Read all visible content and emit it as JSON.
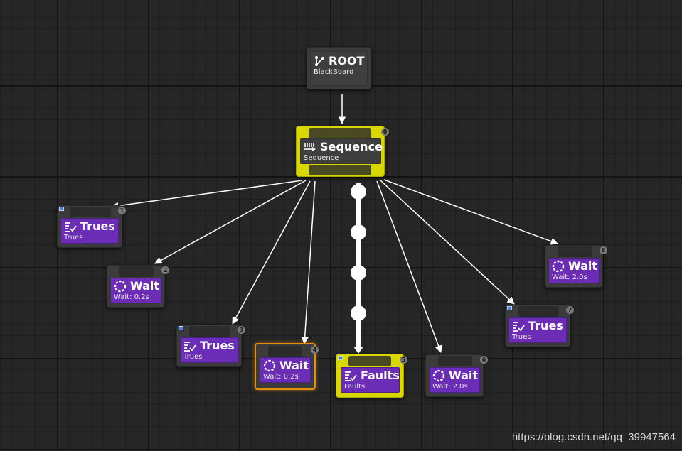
{
  "nodes": {
    "root": {
      "title": "ROOT",
      "subtitle": "BlackBoard"
    },
    "sequence": {
      "title": "Sequence",
      "subtitle": "Sequence",
      "index": "0"
    },
    "trues_1": {
      "title": "Trues",
      "subtitle": "Trues",
      "index": "1"
    },
    "wait_2": {
      "title": "Wait",
      "subtitle": "Wait: 0.2s",
      "index": "2"
    },
    "trues_3": {
      "title": "Trues",
      "subtitle": "Trues",
      "index": "3"
    },
    "wait_4": {
      "title": "Wait",
      "subtitle": "Wait: 0.2s",
      "index": "4"
    },
    "faults_5": {
      "title": "Faults",
      "subtitle": "Faults",
      "index": "5"
    },
    "wait_6": {
      "title": "Wait",
      "subtitle": "Wait: 2.0s",
      "index": "6"
    },
    "trues_7": {
      "title": "Trues",
      "subtitle": "Trues",
      "index": "7"
    },
    "wait_8": {
      "title": "Wait",
      "subtitle": "Wait: 2.0s",
      "index": "8"
    }
  },
  "watermark": "https://blog.csdn.net/qq_39947564",
  "colors": {
    "task_purple": "#6b2db5",
    "active_yellow": "#d8d800",
    "selected_orange": "#e58e0a",
    "wire": "#ffffff",
    "grid_background": "#262626"
  }
}
